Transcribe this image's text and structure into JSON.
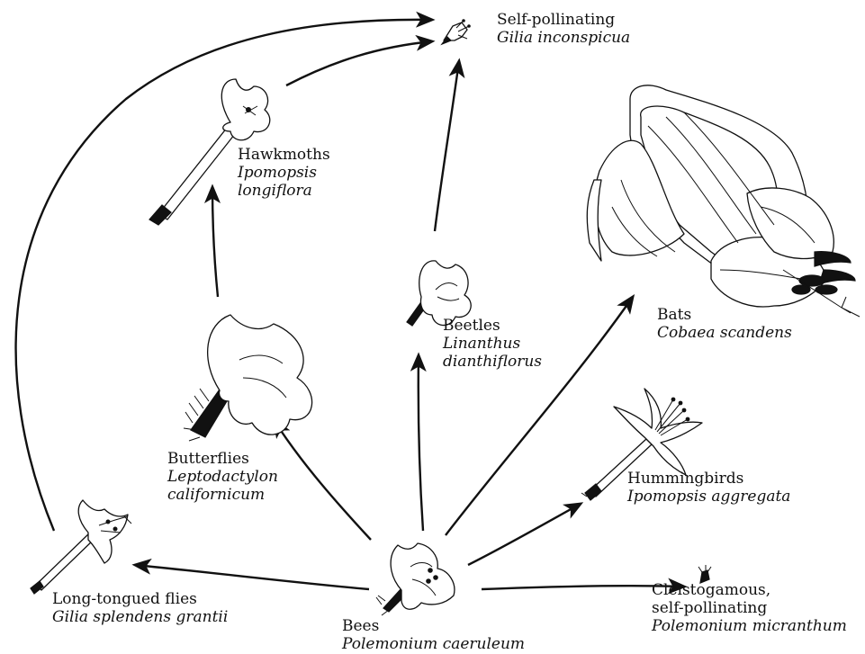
{
  "diagram": {
    "nodes": {
      "self": {
        "common": "Self-pollinating",
        "species": "Gilia inconspicua"
      },
      "hawkmoths": {
        "common": "Hawkmoths",
        "species_line1": "Ipomopsis",
        "species_line2": "longiflora"
      },
      "bats": {
        "common": "Bats",
        "species": "Cobaea scandens"
      },
      "beetles": {
        "common": "Beetles",
        "species_line1": "Linanthus",
        "species_line2": "dianthiflorus"
      },
      "butterflies": {
        "common": "Butterflies",
        "species_line1": "Leptodactylon",
        "species_line2": "californicum"
      },
      "hummingbirds": {
        "common": "Hummingbirds",
        "species": "Ipomopsis aggregata"
      },
      "flies": {
        "common": "Long-tongued flies",
        "species": "Gilia splendens grantii"
      },
      "bees": {
        "common": "Bees",
        "species": "Polemonium caeruleum"
      },
      "cleisto": {
        "common_line1": "Cleistogamous,",
        "common_line2": "self-pollinating",
        "species": "Polemonium micranthum"
      }
    },
    "edges": [
      {
        "from": "bees",
        "to": "flies"
      },
      {
        "from": "bees",
        "to": "butterflies"
      },
      {
        "from": "bees",
        "to": "beetles"
      },
      {
        "from": "bees",
        "to": "bats"
      },
      {
        "from": "bees",
        "to": "hummingbirds"
      },
      {
        "from": "bees",
        "to": "cleisto"
      },
      {
        "from": "butterflies",
        "to": "hawkmoths"
      },
      {
        "from": "hawkmoths",
        "to": "self"
      },
      {
        "from": "beetles",
        "to": "self"
      },
      {
        "from": "flies",
        "to": "self"
      }
    ]
  }
}
